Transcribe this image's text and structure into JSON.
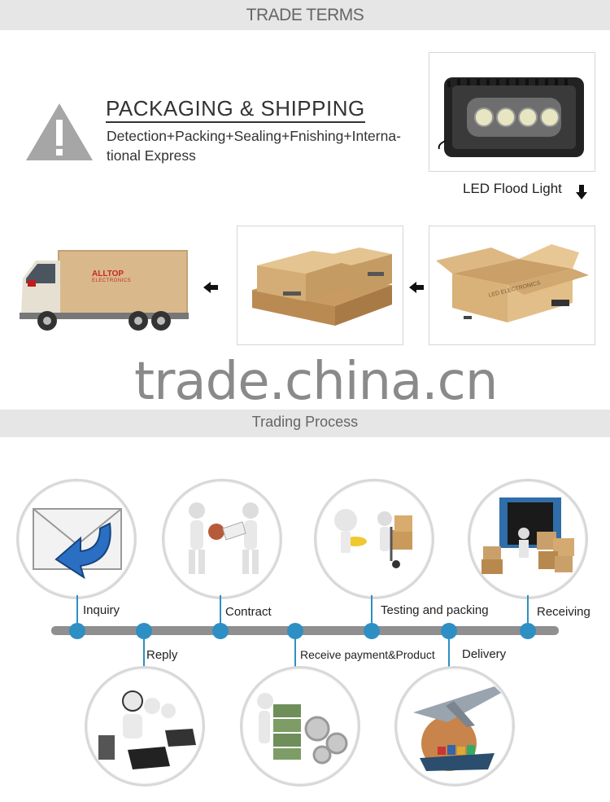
{
  "header": {
    "title": "TRADE TERMS"
  },
  "packaging": {
    "title": "PACKAGING & SHIPPING",
    "subtitle": "Detection+Packing+Sealing+Fnishing+Interna-tional Express"
  },
  "product": {
    "caption": "LED Flood Light",
    "brand_on_box": "LED ELECTRONICS"
  },
  "truck": {
    "brand": "ALLTOP",
    "brand_sub": "ELECTRONICS"
  },
  "watermark": "trade.china.cn",
  "process": {
    "title": "Trading Process",
    "steps_top": [
      "Inquiry",
      "Contract",
      "Testing and packing",
      "Receiving"
    ],
    "steps_bottom": [
      "Reply",
      "Receive payment&Product",
      "Delivery"
    ]
  },
  "colors": {
    "accent": "#2e8fc4",
    "timeline": "#8f8f8f",
    "band": "#e6e6e6"
  }
}
